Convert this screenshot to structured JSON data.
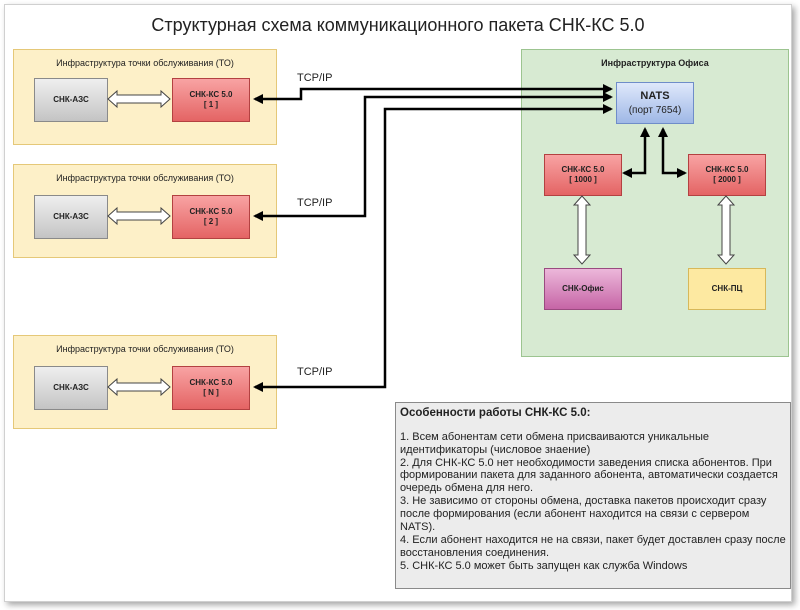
{
  "title": "Структурная схема коммуникационного пакета СНК-КС 5.0",
  "sites": [
    {
      "region_label": "Инфраструктура точки обслуживания (ТО)",
      "client_label": "СНК-АЗС",
      "node_name": "СНК-КС 5.0",
      "node_id": "[ 1 ]",
      "link_label": "TCP/IP"
    },
    {
      "region_label": "Инфраструктура точки обслуживания (ТО)",
      "client_label": "СНК-АЗС",
      "node_name": "СНК-КС 5.0",
      "node_id": "[ 2 ]",
      "link_label": "TCP/IP"
    },
    {
      "region_label": "Инфраструктура точки обслуживания (ТО)",
      "client_label": "СНК-АЗС",
      "node_name": "СНК-КС 5.0",
      "node_id": "[ N ]",
      "link_label": "TCP/IP"
    }
  ],
  "office": {
    "region_label": "Инфраструктура Офиса",
    "nats_name": "NATS",
    "nats_port": "(порт 7654)",
    "nodes": [
      {
        "name": "СНК-КС 5.0",
        "id": "[ 1000 ]",
        "client_label": "СНК-Офис"
      },
      {
        "name": "СНК-КС 5.0",
        "id": "[ 2000 ]",
        "client_label": "СНК-ПЦ"
      }
    ]
  },
  "notes": {
    "title": "Особенности работы СНК-КС 5.0:",
    "items": [
      "1. Всем абонентам сети обмена присваиваются уникальные идентификаторы (числовое знаение)",
      "2. Для СНК-КС 5.0 нет необходимости заведения списка абонентов. При формировании пакета для заданного абонента, автоматически создается очередь обмена для него.",
      "3. Не зависимо от стороны обмена, доставка пакетов происходит сразу после формирования (если абонент находится на связи с сервером NATS).",
      "4. Если абонент находится не на связи, пакет будет доставлен сразу после восстановления соединения.",
      "5. СНК-КС 5.0 может быть запущен как служба Windows"
    ]
  },
  "colors": {
    "to_fill": "#fdf0c8",
    "office_fill": "#d7ead2",
    "node_red": "#e46464",
    "nats_blue": "#9fb8e6",
    "office_client": "#c665a6",
    "pc_client": "#fde9a1",
    "notes_fill": "#ececec"
  }
}
